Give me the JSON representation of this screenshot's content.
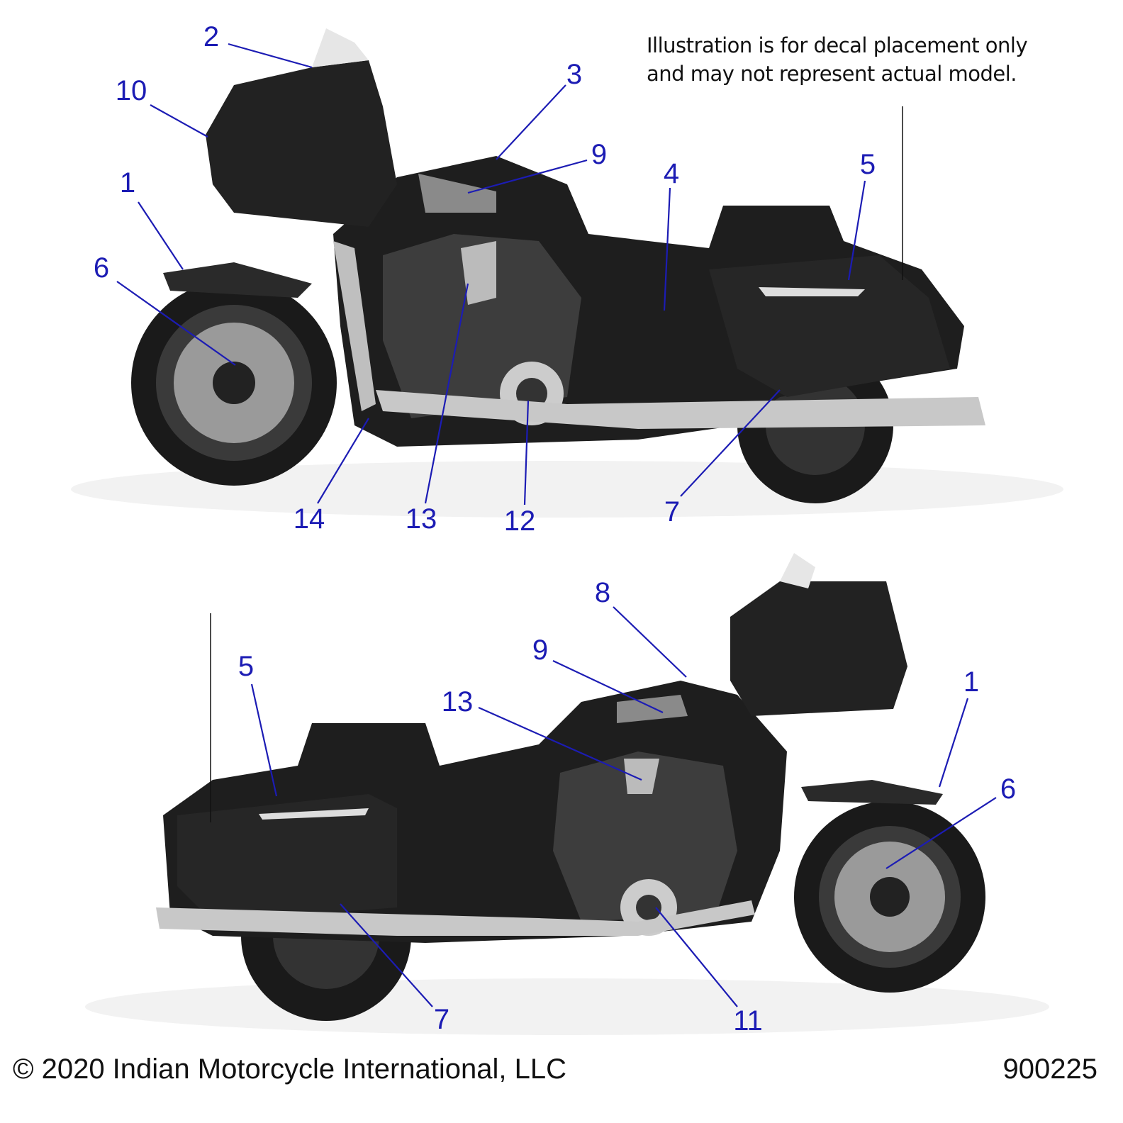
{
  "note": [
    "Illustration is for decal placement only",
    "and may not represent actual model."
  ],
  "footer": {
    "copyright": "© 2020 Indian Motorcycle International, LLC",
    "doc_number": "900225"
  },
  "callouts_top": [
    "2",
    "10",
    "1",
    "6",
    "3",
    "9",
    "4",
    "5",
    "7",
    "12",
    "13",
    "14"
  ],
  "callouts_bottom": [
    "8",
    "9",
    "13",
    "5",
    "1",
    "6",
    "7",
    "11"
  ],
  "colors": {
    "callout": "#1c1cb4",
    "body": "#1e1e1e",
    "chrome": "#c8c8c8"
  }
}
